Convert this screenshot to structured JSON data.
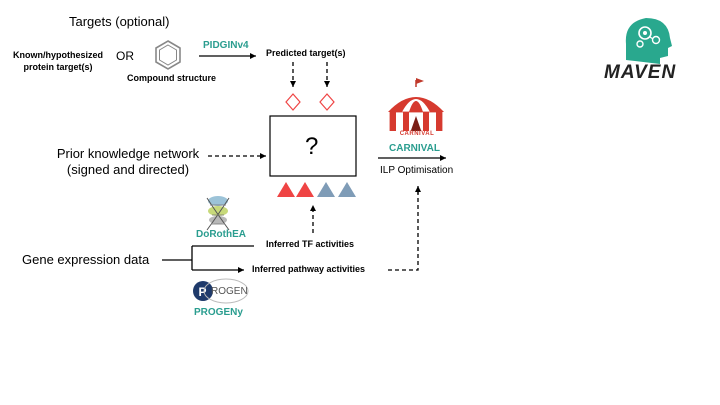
{
  "targets": {
    "heading": "Targets (optional)",
    "known_label_line1": "Known/hypothesized",
    "known_label_line2": "protein target(s)",
    "or_label": "OR",
    "compound_label": "Compound structure",
    "pidgin_label": "PIDGINv4",
    "predicted_label": "Predicted target(s)"
  },
  "network": {
    "label_line1": "Prior knowledge network",
    "label_line2": "(signed and directed)",
    "box_symbol": "?"
  },
  "carnival": {
    "logo_text": "CARNIVAL",
    "name": "CARNIVAL",
    "subtitle": "ILP Optimisation"
  },
  "expression": {
    "label": "Gene expression data",
    "dorothea_label": "DoRothEA",
    "tf_label": "Inferred TF activities",
    "pathway_label": "Inferred pathway activities",
    "progeny_logo_text": "ROGEN",
    "progeny_label": "PROGENy"
  },
  "maven": {
    "logo_text": "MAVEN"
  },
  "colors": {
    "teal": "#2a9d8f",
    "red": "#ef4444",
    "steel_blue": "#7f9cb7",
    "logo_green": "#29a88e"
  }
}
